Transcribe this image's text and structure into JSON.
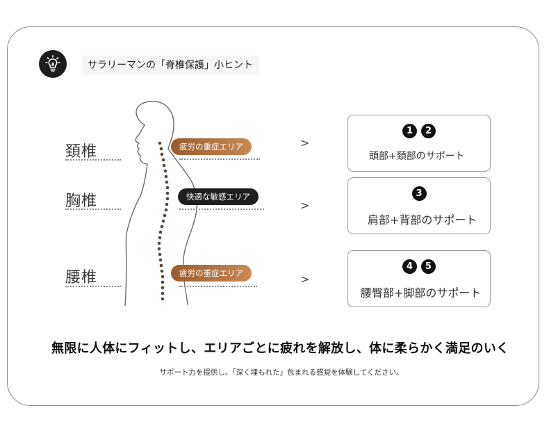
{
  "header": {
    "title": "サラリーマンの「脊椎保護」小ヒント"
  },
  "regions": [
    {
      "name": "頚椎",
      "tag": "疲労の重症エリア"
    },
    {
      "name": "胸椎",
      "tag": "快適な敏感エリア"
    },
    {
      "name": "腰椎",
      "tag": "疲労の重症エリア"
    }
  ],
  "arrow": ">",
  "supports": [
    {
      "numbers": [
        "1",
        "2"
      ],
      "label": "頭部+頚部のサポート"
    },
    {
      "numbers": [
        "3"
      ],
      "label": "肩部+背部のサポート"
    },
    {
      "numbers": [
        "4",
        "5"
      ],
      "label": "腰臀部+脚部のサポート"
    }
  ],
  "headline": "無限に人体にフィットし、エリアごとに疲れを解放し、体に柔らかく満足のいく",
  "subtext": "サポート力を提供し、「深く埋もれた」包まれる感覚を体験してください。",
  "icons": {
    "header": "lightbulb-icon"
  },
  "colors": {
    "fatigue_tag": "#b0703f",
    "comfort_tag": "#1f1f1f",
    "border": "#8a8a8a"
  }
}
